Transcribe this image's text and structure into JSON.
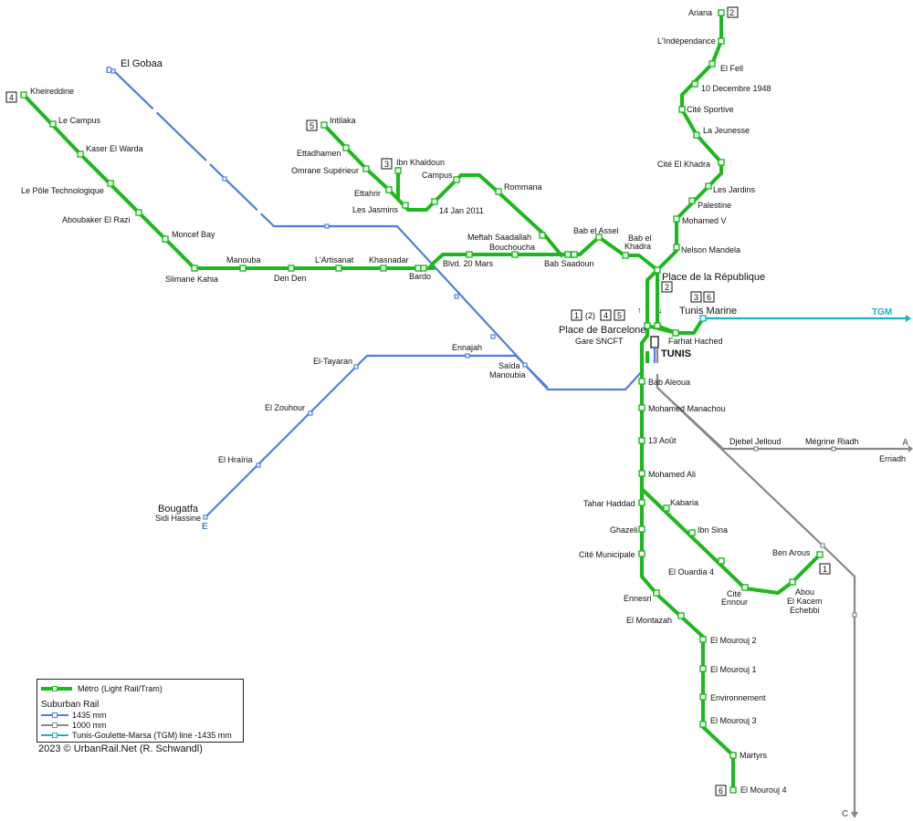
{
  "colors": {
    "metro": "#1bb91b",
    "rail_1435": "#4f7ee0",
    "rail_1000": "#888888",
    "tgm": "#15b3c4"
  },
  "stations": {
    "ariana": "Ariana",
    "lindependance": "L'Indépendance",
    "el_fell": "El Fell",
    "dec1948": "10 Decembre 1948",
    "cite_sportive": "Cité Sportive",
    "la_jeunesse": "La Jeunesse",
    "cite_el_khadra": "Cité El Khadra",
    "les_jardins": "Les Jardins",
    "palestine": "Palestine",
    "mohamed_v": "Mohamed V",
    "nelson_mandela": "Nelson Mandela",
    "place_republique": "Place de la République",
    "tunis_marine": "Tunis Marine",
    "place_barcelone": "Place de Barcelone",
    "gare_sncft": "Gare SNCFT",
    "farhat_hached": "Farhat Hached",
    "tunis": "TUNIS",
    "kheireddine": "Kheireddine",
    "le_campus": "Le Campus",
    "kaser_el_warda": "Kaser El Warda",
    "pole_techno": "Le Pôle Technologique",
    "aboubaker": "Aboubaker El Razi",
    "moncef_bay": "Moncef Bay",
    "slimane_kahia": "Slimane Kahia",
    "manouba": "Manouba",
    "den_den": "Den Den",
    "lartisanat": "L'Artisanat",
    "khasnadar": "Khasnadar",
    "bardo": "Bardo",
    "intilaka": "Intilaka",
    "ettadhamen": "Ettadhamen",
    "omrane": "Omrane Supérieur",
    "ettahrir": "Ettahrir",
    "les_jasmins": "Les Jasmins",
    "ibn_khaldoun": "Ibn Khaldoun",
    "campus": "Campus",
    "jan2011": "14 Jan 2011",
    "rommana": "Rommana",
    "meftah": "Meftah Saadallah",
    "bouchoucha": "Bouchoucha",
    "blvd20": "Blvd. 20 Mars",
    "bab_saadoun": "Bab Saadoun",
    "bab_el_assel": "Bab el Assel",
    "bab_el_khadra_1": "Bab el",
    "bab_el_khadra_2": "Khadra",
    "el_gobaa": "El Gobaa",
    "ennajah": "Ennajah",
    "saida_1": "Saïda",
    "saida_2": "Manoubia",
    "el_tayaran": "El-Tayaran",
    "el_zouhour": "El Zouhour",
    "el_hrairia": "El Hraïria",
    "bougatfa": "Bougatfa",
    "sidi_hassine": "Sidi Hassine",
    "bab_aleoua": "Bab Aleoua",
    "mohamed_manachou": "Mohamed Manachou",
    "aout13": "13 Août",
    "mohamed_ali": "Mohamed Ali",
    "tahar_haddad": "Tahar Haddad",
    "ghazeli": "Ghazeli",
    "cite_municipale": "Cité Municipale",
    "ennesri": "Ennesri",
    "el_montazah": "El Montazah",
    "el_mourouj_2": "El Mourouj 2",
    "el_mourouj_1": "El Mourouj 1",
    "environnement": "Environnement",
    "el_mourouj_3": "El Mourouj 3",
    "martyrs": "Martyrs",
    "el_mourouj_4": "El Mourouj 4",
    "kabaria": "Kabaria",
    "ibn_sina": "Ibn Sina",
    "el_ouardia": "El Ouardia 4",
    "cite_ennour_1": "Cité",
    "cite_ennour_2": "Ennour",
    "abou_1": "Abou",
    "abou_2": "El Kacem",
    "abou_3": "Echebbi",
    "ben_arous": "Ben Arous",
    "djebel_jelloud": "Djebel Jelloud",
    "megrine_riadh": "Mégrine Riadh",
    "erriadh": "Erriadh"
  },
  "line_letters": {
    "a": "A",
    "c": "C",
    "d": "D",
    "e": "E",
    "tgm": "TGM"
  },
  "badges": {
    "b1_south": "1",
    "b2_north": "2",
    "b2_republique": "2",
    "b3_marine": "3",
    "b6_marine": "6",
    "b4_west": "4",
    "b5_north": "5",
    "b3_ibn": "3",
    "b6_south": "6",
    "b1_barcelone": "1",
    "b2_barcelone": "(2)",
    "b4_barcelone": "4",
    "b5_barcelone": "5"
  },
  "legend": {
    "metro": "Métro",
    "metro_sub": "(Light Rail/Tram)",
    "suburban": "Suburban Rail",
    "mm1435": "1435 mm",
    "mm1000": "1000 mm",
    "tgm": "Tunis-Goulette-Marsa (TGM) line -1435 mm"
  },
  "copyright": "2023 © UrbanRail.Net (R. Schwandl)"
}
